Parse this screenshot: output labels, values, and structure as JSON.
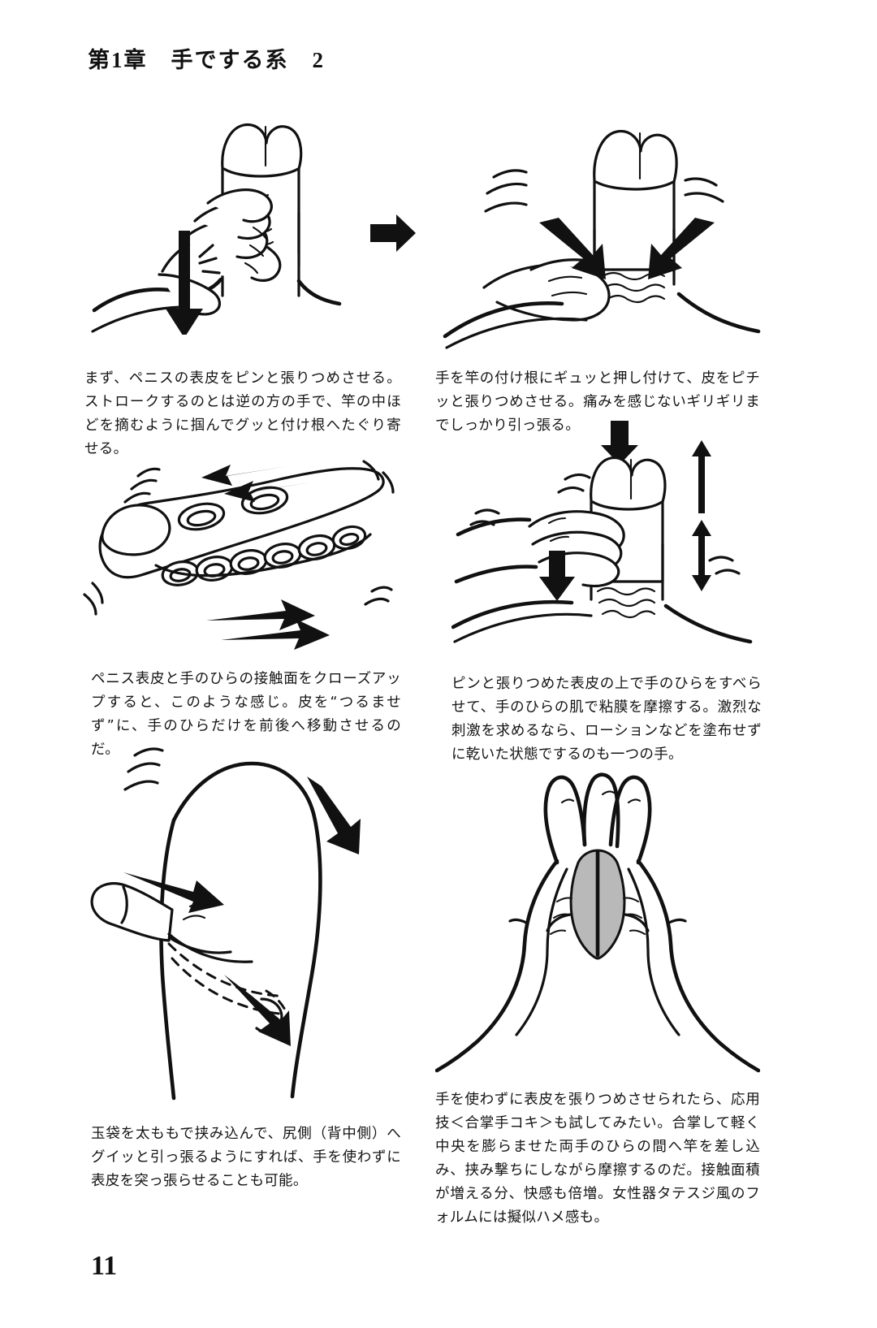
{
  "page": {
    "chapter_header": "第1章　手でする系　2",
    "page_number": "11",
    "background_color": "#ffffff",
    "ink_color": "#111111"
  },
  "panels": [
    {
      "id": "panel-1",
      "position": "top-left",
      "illustration": "hand-gripping-shaft-pulling-skin-down",
      "caption": "まず、ペニスの表皮をピンと張りつめさせる。ストロークするのとは逆の方の手で、竿の中ほどを摘むように掴んでグッと付け根へたぐり寄せる。"
    },
    {
      "id": "panel-2",
      "position": "top-right",
      "illustration": "hand-pressed-at-base-skin-stretched",
      "caption": "手を竿の付け根にギュッと押し付けて、皮をピチッと張りつめさせる。痛みを感じないギリギリまでしっかり引っ張る。"
    },
    {
      "id": "panel-3",
      "position": "middle-left",
      "illustration": "close-up-palm-and-skin-contact-surface",
      "caption": "ペニス表皮と手のひらの接触面をクローズアップすると、このような感じ。皮を“つるませず”に、手のひらだけを前後へ移動させるのだ。"
    },
    {
      "id": "panel-4",
      "position": "middle-right",
      "illustration": "palm-sliding-over-stretched-skin-up-down",
      "caption": "ピンと張りつめた表皮の上で手のひらをすべらせて、手のひらの肌で粘膜を摩擦する。激烈な刺激を求めるなら、ローションなどを塗布せずに乾いた状態でするのも一つの手。"
    },
    {
      "id": "panel-5",
      "position": "bottom-left",
      "illustration": "scrotum-pinched-between-thighs-pulled-back",
      "caption": "玉袋を太ももで挟み込んで、尻側（背中側）へグイッと引っ張るようにすれば、手を使わずに表皮を突っ張らせることも可能。"
    },
    {
      "id": "panel-6",
      "position": "bottom-right",
      "illustration": "two-palms-pressed-together-gassho-technique",
      "caption": "手を使わずに表皮を張りつめさせられたら、応用技＜合掌手コキ＞も試してみたい。合掌して軽く中央を膨らませた両手のひらの間へ竿を差し込み、挟み撃ちにしながら摩擦するのだ。接触面積が増える分、快感も倍増。女性器タテスジ風のフォルムには擬似ハメ感も。"
    }
  ],
  "arrows": [
    {
      "name": "arrow-panel1-to-panel2",
      "direction": "right"
    },
    {
      "name": "arrow-panel2-to-panel4",
      "direction": "down"
    }
  ]
}
